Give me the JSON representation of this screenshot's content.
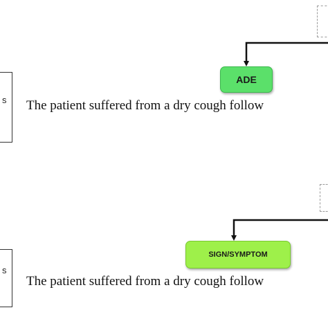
{
  "panels": [
    {
      "tag_label": "ADE",
      "tag_color": "#5be06a",
      "tag_border": "#3bb94c",
      "sentence": "The patient suffered from a dry cough follow",
      "side_label": "s"
    },
    {
      "tag_label": "SIGN/SYMPTOM",
      "tag_color": "#9ef04a",
      "tag_border": "#79c92f",
      "sentence": "The patient suffered from a dry cough follow",
      "side_label": "s"
    }
  ],
  "arrow_color": "#111111",
  "dashed_color": "#9a9a9a"
}
